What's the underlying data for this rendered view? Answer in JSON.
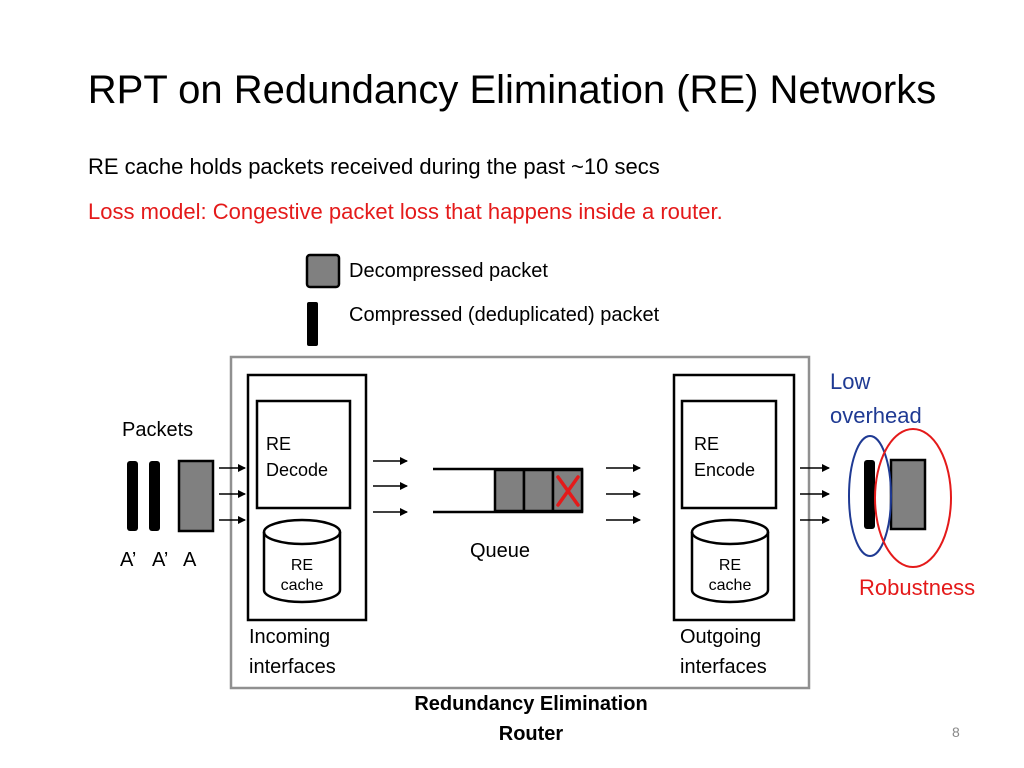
{
  "slide": {
    "title": "RPT on Redundancy Elimination (RE) Networks",
    "bullets": [
      "RE cache holds packets received during the past ~10 secs",
      "Loss model: Congestive packet loss that happens inside a router."
    ],
    "page_number": "8"
  },
  "legend": {
    "decompressed": "Decompressed packet",
    "compressed": "Compressed (deduplicated)  packet"
  },
  "diagram": {
    "packets_label": "Packets",
    "packet_labels": [
      "A’",
      "A’",
      "A"
    ],
    "incoming": {
      "module_line1": "RE",
      "module_line2": "Decode",
      "cache_line1": "RE",
      "cache_line2": "cache",
      "label_line1": "Incoming",
      "label_line2": "interfaces"
    },
    "queue_label": "Queue",
    "outgoing": {
      "module_line1": "RE",
      "module_line2": "Encode",
      "cache_line1": "RE",
      "cache_line2": "cache",
      "label_line1": "Outgoing",
      "label_line2": "interfaces"
    },
    "router_caption_line1": "Redundancy Elimination",
    "router_caption_line2": "Router",
    "low_overhead_line1": "Low",
    "low_overhead_line2": "overhead",
    "robustness": "Robustness"
  },
  "colors": {
    "packet_fill": "#808080",
    "loss_red": "#e41a1a",
    "low_overhead_blue": "#1f3a93",
    "robustness_red": "#e41a1a"
  }
}
